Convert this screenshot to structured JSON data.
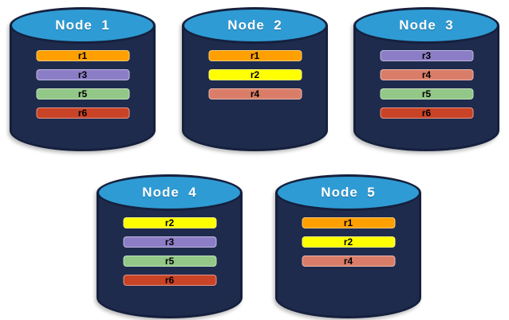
{
  "colors": {
    "cylinder_body": "#1E2B4D",
    "cylinder_outline": "#15203D",
    "cylinder_top": "#2F9BD4",
    "replicas": {
      "r1": "#FFA000",
      "r2": "#FFFF00",
      "r3": "#8C7EC6",
      "r4": "#D97D69",
      "r5": "#92C788",
      "r6": "#C94327"
    }
  },
  "nodes": [
    {
      "label": "Node  1",
      "replicas": [
        "r1",
        "r3",
        "r5",
        "r6"
      ]
    },
    {
      "label": "Node  2",
      "replicas": [
        "r1",
        "r2",
        "r4"
      ]
    },
    {
      "label": "Node  3",
      "replicas": [
        "r3",
        "r4",
        "r5",
        "r6"
      ]
    },
    {
      "label": "Node  4",
      "replicas": [
        "r2",
        "r3",
        "r5",
        "r6"
      ]
    },
    {
      "label": "Node  5",
      "replicas": [
        "r1",
        "r2",
        "r4"
      ]
    }
  ]
}
